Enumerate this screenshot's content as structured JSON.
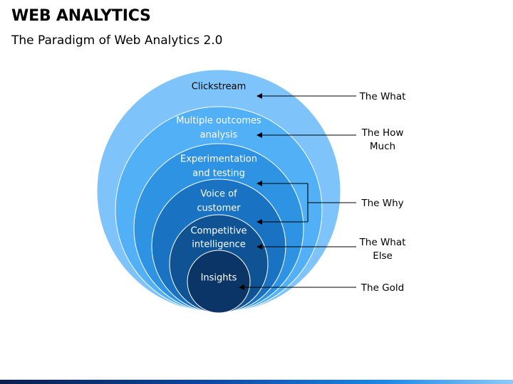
{
  "header": {
    "title": "WEB ANALYTICS",
    "subtitle": "The Paradigm of Web Analytics 2.0"
  },
  "layers": [
    {
      "lines": [
        "Clickstream"
      ],
      "color": "#7ec4fb",
      "text_color": "#000000"
    },
    {
      "lines": [
        "Multiple outcomes",
        "analysis"
      ],
      "color": "#52b0f6",
      "text_color": "#ffffff"
    },
    {
      "lines": [
        "Experimentation",
        "and testing"
      ],
      "color": "#2f93e4",
      "text_color": "#ffffff"
    },
    {
      "lines": [
        "Voice of",
        "customer"
      ],
      "color": "#1a72c2",
      "text_color": "#ffffff"
    },
    {
      "lines": [
        "Competitive",
        "intelligence"
      ],
      "color": "#0f5394",
      "text_color": "#ffffff"
    },
    {
      "lines": [
        "Insights"
      ],
      "color": "#0b3566",
      "text_color": "#ffffff"
    }
  ],
  "side_labels": [
    {
      "lines": [
        "The What"
      ]
    },
    {
      "lines": [
        "The How",
        "Much"
      ]
    },
    {
      "lines": [
        "The Why"
      ]
    },
    {
      "lines": [
        "The What",
        "Else"
      ]
    },
    {
      "lines": [
        "The Gold"
      ]
    }
  ],
  "footer": {
    "accent_color": "#0d47a1"
  }
}
